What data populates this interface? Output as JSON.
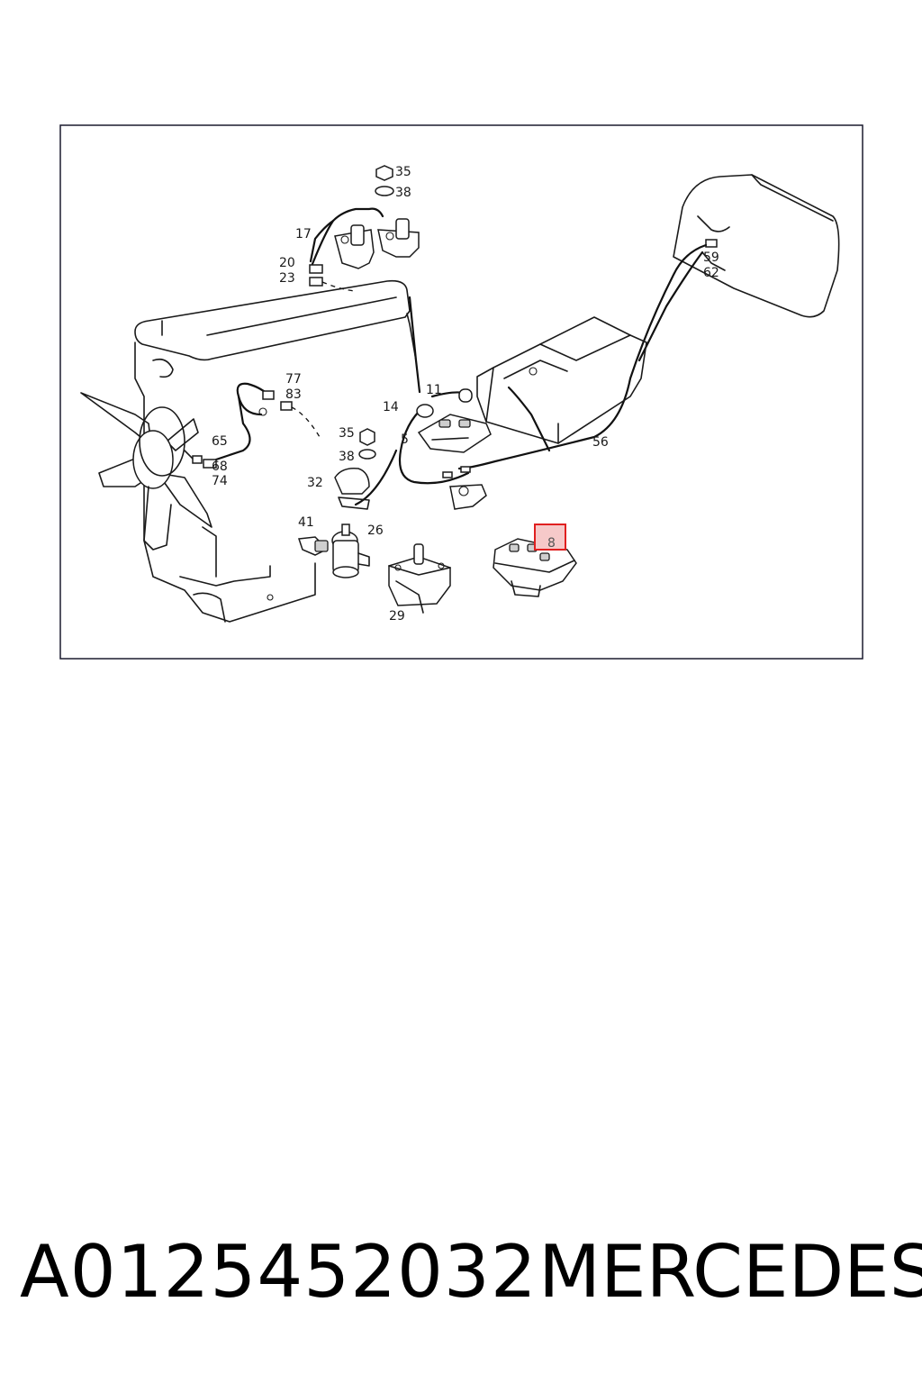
{
  "diagram": {
    "labels": {
      "l35a": "35",
      "l38a": "38",
      "l17": "17",
      "l20": "20",
      "l23": "23",
      "l59": "59",
      "l62": "62",
      "l77": "77",
      "l83": "83",
      "l11": "11",
      "l14": "14",
      "l5": "5",
      "l56": "56",
      "l65": "65",
      "l68": "68",
      "l74": "74",
      "l35b": "35",
      "l38b": "38",
      "l32": "32",
      "l41": "41",
      "l26": "26",
      "l29": "29",
      "l8": "8"
    },
    "highlight_color": "#e02020",
    "highlight_fill": "#f6c9c9"
  },
  "caption": {
    "part_number": "A0125452032",
    "brand": "MERCEDES"
  }
}
